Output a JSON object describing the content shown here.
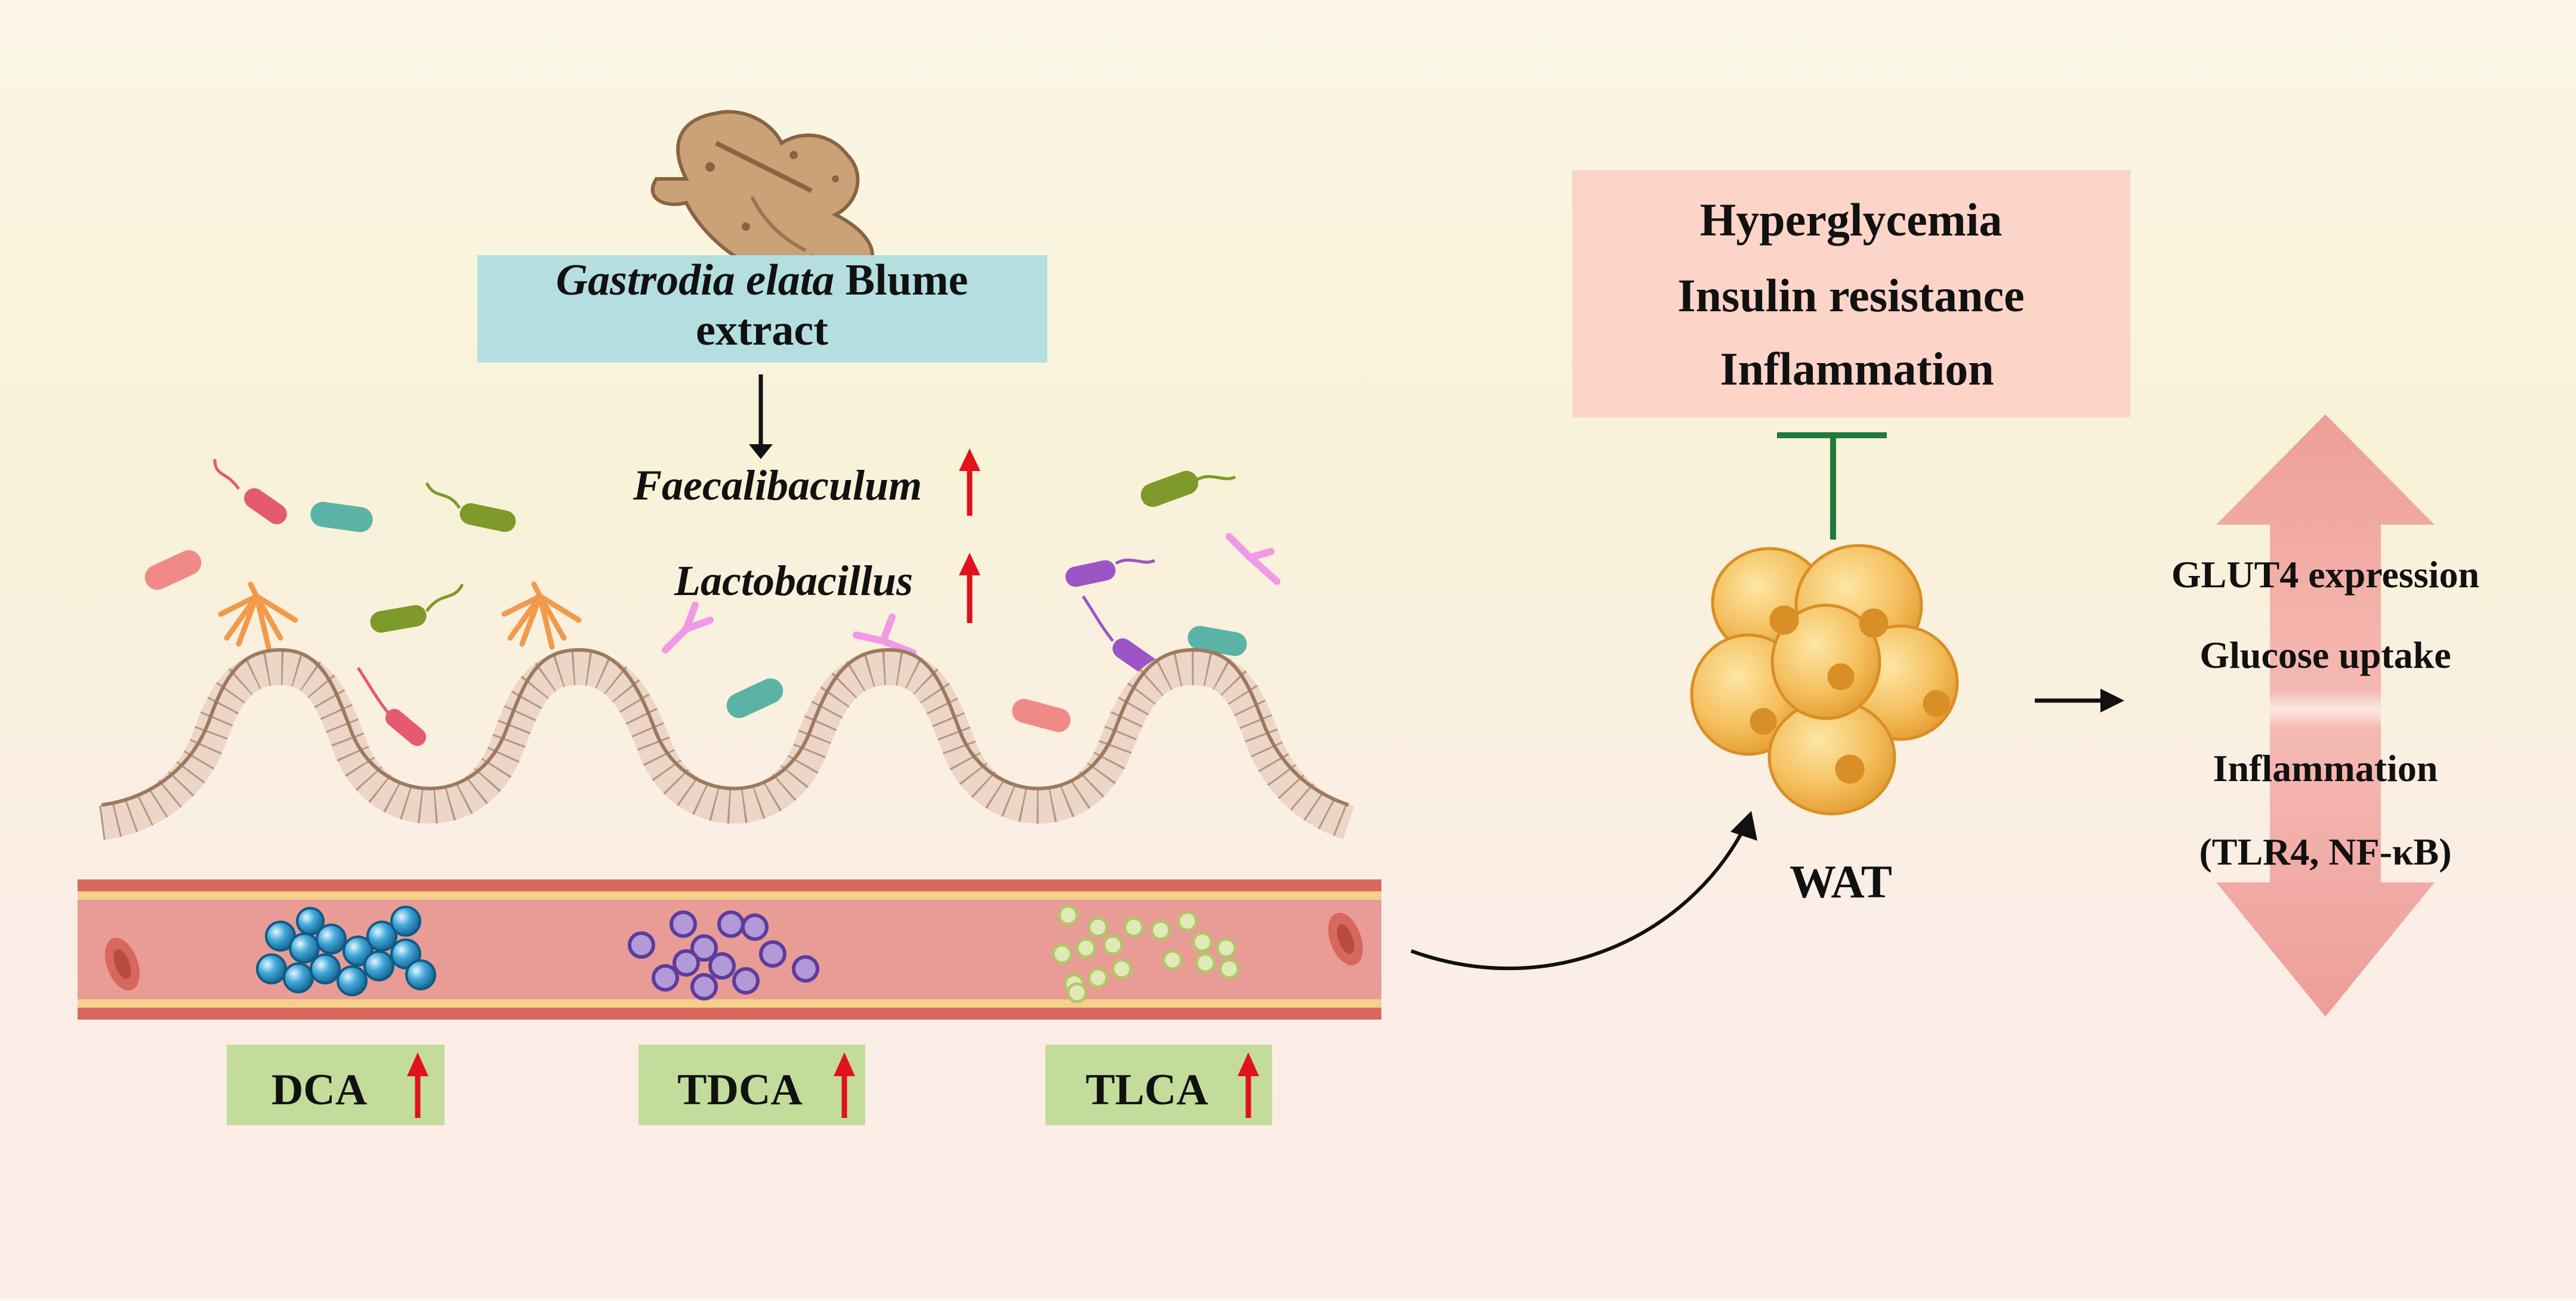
{
  "extract": {
    "italic": "Gastrodia elata",
    "rest": " Blume",
    "line2": "extract"
  },
  "microbes": [
    "Faecalibaculum",
    "Lactobacillus"
  ],
  "bile_acids": [
    "DCA",
    "TDCA",
    "TLCA"
  ],
  "conditions": [
    "Hyperglycemia",
    "Insulin resistance",
    "Inflammation"
  ],
  "tissue_label": "WAT",
  "effects": {
    "up": [
      "GLUT4 expression",
      "Glucose uptake"
    ],
    "down": [
      "Inflammation",
      "(TLR4, NF-κB)"
    ]
  },
  "colors": {
    "extract_box": "#b4dee0",
    "bile_box": "#c3dc9c",
    "condition_box": "#fcd4c8",
    "up_arrow": "#e0121b",
    "inhibit": "#1f7a3c",
    "vessel": "#e99c96"
  },
  "icons": [
    "gastrodia-root-icon",
    "bacteria-icon",
    "intestinal-villi-icon",
    "blood-vessel-icon",
    "adipocyte-cluster-icon",
    "double-arrow-icon"
  ]
}
